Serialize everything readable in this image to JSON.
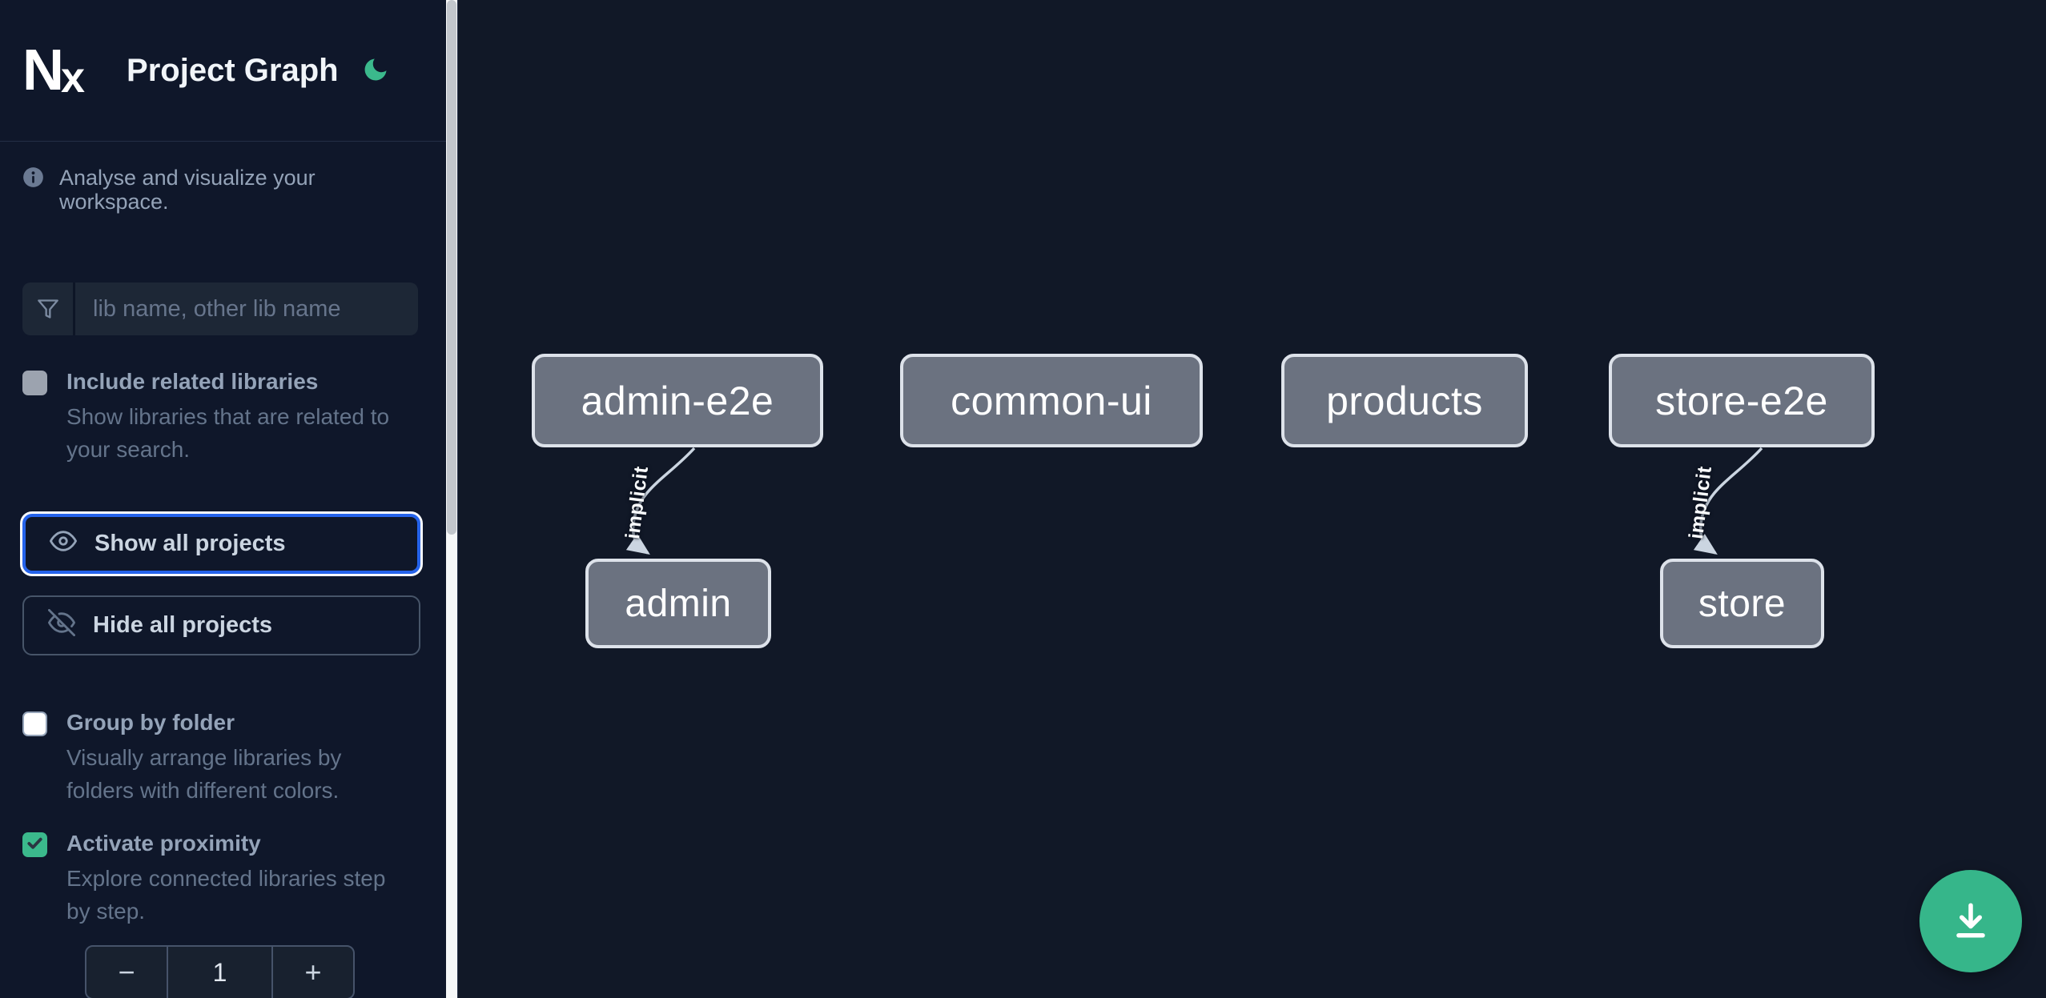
{
  "header": {
    "logo_text": "Nx",
    "title": "Project Graph",
    "theme_icon": "moon"
  },
  "sidebar": {
    "tagline": "Analyse and visualize your workspace.",
    "search": {
      "icon": "funnel",
      "placeholder": "lib name, other lib name",
      "value": ""
    },
    "checkboxes": [
      {
        "label": "Include related libraries",
        "description": "Show libraries that are related to your search.",
        "checked": false,
        "state": "disabled"
      },
      {
        "label": "Group by folder",
        "description": "Visually arrange libraries by folders with different colors.",
        "checked": false,
        "state": "enabled"
      },
      {
        "label": "Activate proximity",
        "description": "Explore connected libraries step by step.",
        "checked": true,
        "state": "enabled"
      }
    ],
    "buttons": {
      "show_all": "Show all projects",
      "hide_all": "Hide all projects"
    },
    "stepper": {
      "decrement": "−",
      "value": "1",
      "increment": "+"
    }
  },
  "graph": {
    "nodes": [
      {
        "label": "admin-e2e"
      },
      {
        "label": "common-ui"
      },
      {
        "label": "products"
      },
      {
        "label": "store-e2e"
      },
      {
        "label": "admin"
      },
      {
        "label": "store"
      }
    ],
    "edges": [
      {
        "source": "admin-e2e",
        "target": "admin",
        "label": "implicit"
      },
      {
        "source": "store-e2e",
        "target": "store",
        "label": "implicit"
      }
    ]
  },
  "fab": {
    "icon": "download"
  },
  "colors": {
    "background": "#0f172a",
    "accent_green": "#3bb98c",
    "focus_blue": "#2563eb",
    "node_fill": "#6b7280",
    "node_border": "#dde2ea",
    "edge": "#cbd5e1",
    "muted_text": "#64748b",
    "label_text": "#94a3b8"
  }
}
